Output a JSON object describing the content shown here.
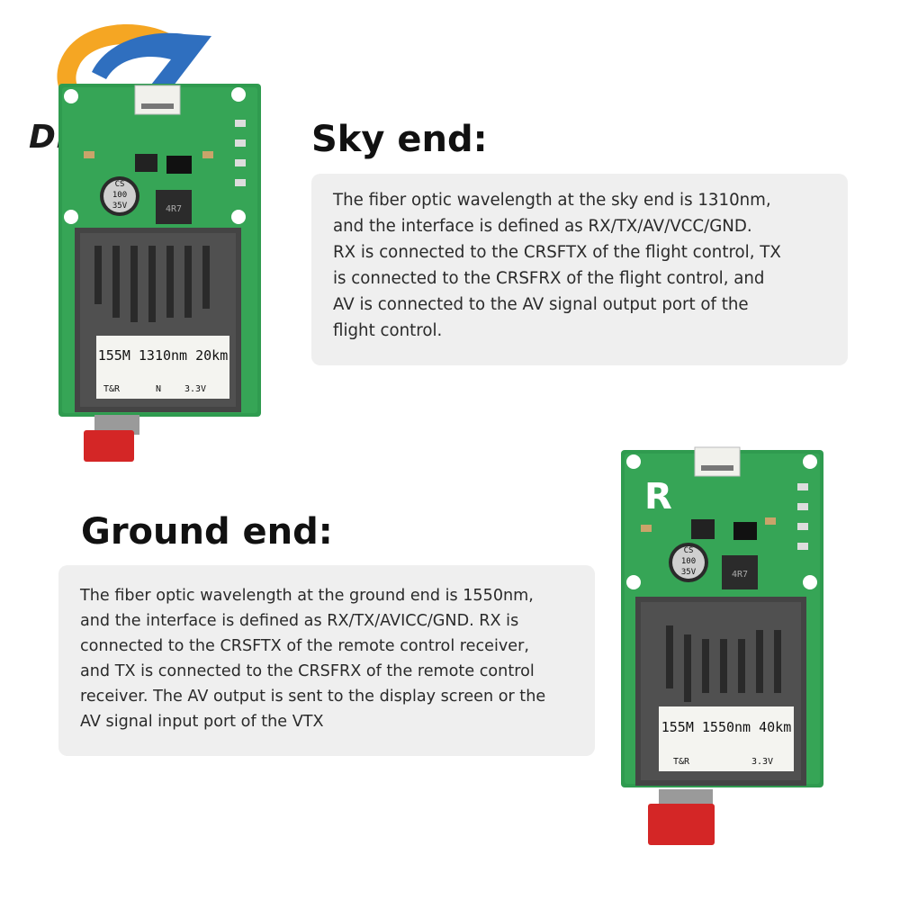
{
  "brand": {
    "name": "Diymore",
    "colors": {
      "orange": "#f5a623",
      "blue": "#2f6fbf"
    }
  },
  "sky": {
    "heading": "Sky end:",
    "lines": [
      "The fiber optic wavelength at the sky end is 1310nm,",
      "and the interface is defined as RX/TX/AV/VCC/GND.",
      "RX is connected to the CRSFTX of the flight control, TX",
      "is connected to the CRSFRX of the flight control, and",
      "AV is connected to the AV signal output port of the",
      "flight control."
    ],
    "board": {
      "capacitor": [
        "CS",
        "100",
        "35V"
      ],
      "inductor": "4R7",
      "label_main": "155M 1310nm 20km",
      "label_left": "T&R",
      "label_mid": "N",
      "label_right": "3.3V"
    }
  },
  "ground": {
    "heading": "Ground end:",
    "lines": [
      "The fiber optic wavelength at the ground end is 1550nm,",
      "and the interface is defined as RX/TX/AVICC/GND. RX is",
      "connected to the CRSFTX of the remote control receiver,",
      "and TX is connected to the CRSFRX of the remote control",
      "receiver. The AV output is sent to the display screen or the",
      "AV signal input port of the VTX"
    ],
    "board": {
      "letter": "R",
      "capacitor": [
        "CS",
        "100",
        "35V"
      ],
      "inductor": "4R7",
      "label_main": "155M 1550nm 40km",
      "label_left": "T&R",
      "label_right": "3.3V"
    }
  }
}
